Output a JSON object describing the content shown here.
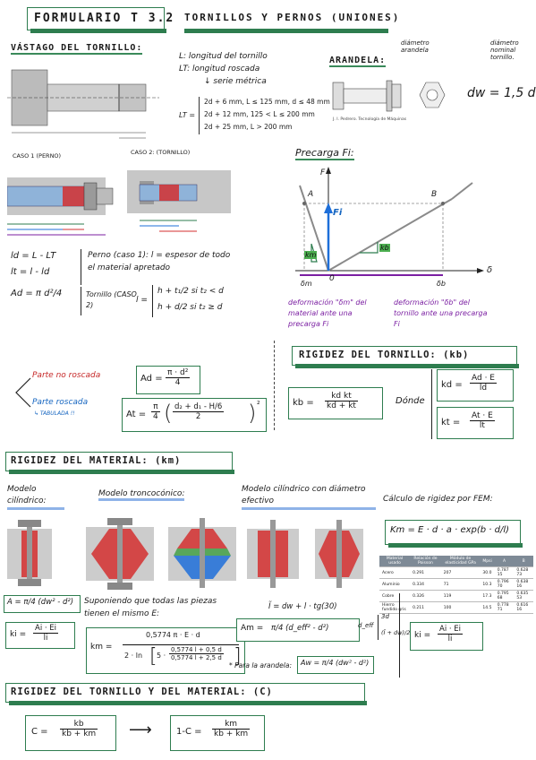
{
  "header": {
    "title": "FORMULARIO T 3.2",
    "subtitle": "TORNILLOS Y PERNOS (UNIONES)"
  },
  "vastago": {
    "heading": "VÁSTAGO DEL TORNILLO:",
    "L_def": "L: longitud del tornillo",
    "LT_def": "LT: longitud roscada",
    "serie": "↓ serie métrica",
    "LT_label": "LT =",
    "lt_cases": [
      "2d + 6 mm,   L ≤ 125 mm, d ≤ 48 mm",
      "2d + 12 mm,  125 < L ≤ 200 mm",
      "2d + 25 mm,  L > 200 mm"
    ],
    "caso1": "CASO 1 (PERNO)",
    "caso2": "CASO 2: (TORNILLO)"
  },
  "arandela": {
    "heading": "ARANDELA:",
    "diam_arandela": "diámetro arandela",
    "diam_nominal": "diámetro nominal tornillo.",
    "dw_formula": "dw = 1,5 d",
    "caption": "J. I. Pedrero. Tecnología de Máquinas"
  },
  "longitudes": {
    "ld_eq": "ld = L - LT",
    "lt_eq": "lt = l - ld",
    "Ad_eq": "Ad = π d²/4",
    "perno_text": "Perno (caso 1): l = espesor de todo el material apretado",
    "tornillo_label": "Tornillo (CASO 2)",
    "l_label": "l =",
    "case_a": "h + t₁/2    si  t₂ < d",
    "case_b": "h + d/2    si  t₂ ≥ d"
  },
  "precarga": {
    "heading": "Precarga Fi:",
    "F": "F",
    "Fi": "Fi",
    "A": "A",
    "B": "B",
    "km": "km",
    "kb": "kb",
    "zero": "0",
    "delta": "δ",
    "dm": "δm",
    "db": "δb",
    "def_m": "deformación \"δm\" del material ante una precarga Fi",
    "def_b": "deformación \"δb\" del tornillo ante una precarga Fi"
  },
  "areas": {
    "no_roscada": "Parte no roscada",
    "roscada": "Parte roscada",
    "tabulada": "↳ TABULADA !!",
    "Ad_label": "Ad =",
    "Ad_num": "π · d²",
    "Ad_den": "4",
    "At_label": "At =",
    "At_pi": "π",
    "At_4": "4",
    "At_num": "d₂ + d₁ - H/6",
    "At_den": "2",
    "At_sq": "²"
  },
  "rigidez_tornillo": {
    "heading": "RIGIDEZ DEL TORNILLO: (kb)",
    "kb_label": "kb =",
    "kb_num": "kd kt",
    "kb_den": "kd + kt",
    "donde": "Dónde",
    "kd_label": "kd =",
    "kd_num": "Ad · E",
    "kd_den": "ld",
    "kt_label": "kt =",
    "kt_num": "At · E",
    "kt_den": "lt"
  },
  "rigidez_material": {
    "heading": "RIGIDEZ DEL MATERIAL: (km)",
    "m_cil": "Modelo cilíndrico:",
    "m_tronco": "Modelo troncocónico:",
    "m_cil_ef": "Modelo cilíndrico con diámetro efectivo",
    "m_fem": "Cálculo de rigidez por FEM:",
    "fem_formula": "Km = E · d · a · exp(b · d/l)",
    "A_formula": "A = π/4 (dw² - d²)",
    "ki_label": "ki =",
    "ki_num": "Ai · Ei",
    "ki_den": "li",
    "suponiendo": "Suponiendo que todas las piezas tienen el mismo E:",
    "km_label": "km =",
    "km_num": "0,5774 π · E · d",
    "km_den_pre": "2 · ln",
    "km_in_num": "0,5774 l + 0,5 d",
    "km_in_den": "0,5774 l + 2,5 d",
    "km_five": "5 ·",
    "deff_line": "Ĩ = dw + l · tg(30)",
    "Am_label": "Am =",
    "Am_expr": "π/4 (d_eff² - d²)",
    "deff_label": "d_eff",
    "deff_a": "3d",
    "deff_b": "(Ĩ + dw)/2",
    "arandela_note": "* Para la arandela:",
    "Aw_expr": "Aw = π/4 (dw² - d²)",
    "fem_table": {
      "headers": [
        "Material usado",
        "Relación de Poisson",
        "Módulo de elasticidad GPa",
        "Mpsi",
        "A",
        "B"
      ],
      "rows": [
        [
          "Acero",
          "0.291",
          "207",
          "30.0",
          "0.787 15",
          "0.628 73"
        ],
        [
          "Aluminio",
          "0.334",
          "71",
          "10.3",
          "0.796 70",
          "0.638 16"
        ],
        [
          "Cobre",
          "0.326",
          "119",
          "17.3",
          "0.795 68",
          "0.635 53"
        ],
        [
          "Hierro fundido gris",
          "0.211",
          "100",
          "14.5",
          "0.778 71",
          "0.616 16"
        ]
      ]
    }
  },
  "rigidez_conjunto": {
    "heading": "RIGIDEZ DEL TORNILLO Y DEL MATERIAL: (C)",
    "C_label": "C =",
    "C_num": "kb",
    "C_den": "kb + km",
    "arrow": "⟶",
    "oneC_label": "1-C =",
    "oneC_num": "km",
    "oneC_den": "kb + km"
  },
  "colors": {
    "accent": "#2e7d4f",
    "red": "#d32f2f",
    "blue": "#1e6fd9",
    "purple": "#7b1fa2",
    "bolt_blue": "#8fb3d9"
  }
}
